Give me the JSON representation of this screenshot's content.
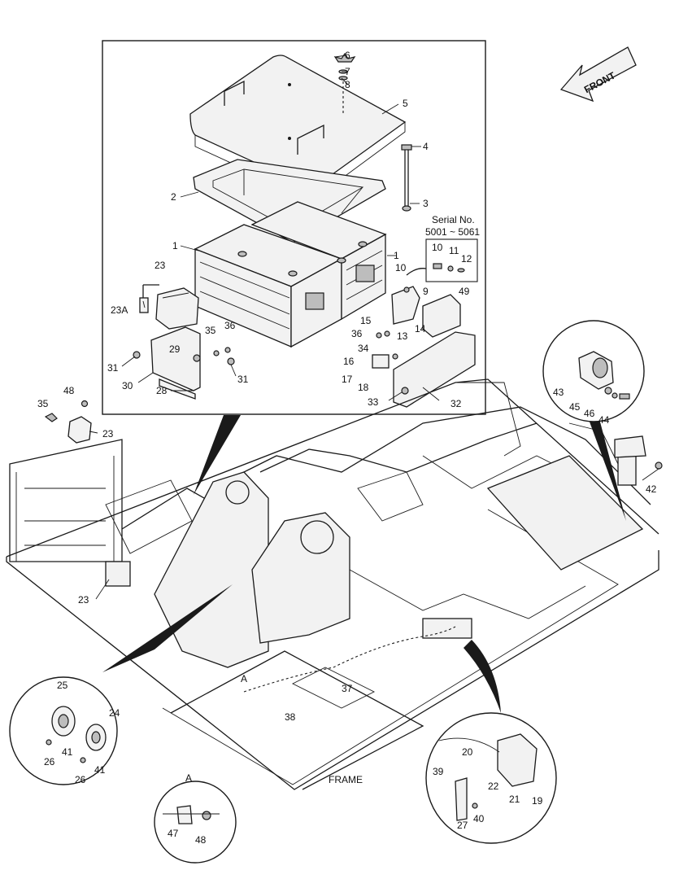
{
  "direction_label": "FRONT",
  "serial": {
    "title": "Serial No.",
    "range": "5001 ~ 5061"
  },
  "frame_label": "FRAME",
  "detail_tag": "A",
  "callouts": [
    {
      "id": "c6",
      "text": "6"
    },
    {
      "id": "c7",
      "text": "7"
    },
    {
      "id": "c8",
      "text": "8"
    },
    {
      "id": "c5",
      "text": "5"
    },
    {
      "id": "c4",
      "text": "4"
    },
    {
      "id": "c3",
      "text": "3"
    },
    {
      "id": "c2",
      "text": "2"
    },
    {
      "id": "c1a",
      "text": "1"
    },
    {
      "id": "c1b",
      "text": "1"
    },
    {
      "id": "c23a",
      "text": "23"
    },
    {
      "id": "c23A",
      "text": "23A"
    },
    {
      "id": "c10a",
      "text": "10"
    },
    {
      "id": "c11",
      "text": "11"
    },
    {
      "id": "c12",
      "text": "12"
    },
    {
      "id": "c10b",
      "text": "10"
    },
    {
      "id": "c9",
      "text": "9"
    },
    {
      "id": "c49",
      "text": "49"
    },
    {
      "id": "c15",
      "text": "15"
    },
    {
      "id": "c36a",
      "text": "36"
    },
    {
      "id": "c35a",
      "text": "35"
    },
    {
      "id": "c36b",
      "text": "36"
    },
    {
      "id": "c14",
      "text": "14"
    },
    {
      "id": "c34",
      "text": "34"
    },
    {
      "id": "c13",
      "text": "13"
    },
    {
      "id": "c29",
      "text": "29"
    },
    {
      "id": "c31a",
      "text": "31"
    },
    {
      "id": "c31b",
      "text": "31"
    },
    {
      "id": "c16",
      "text": "16"
    },
    {
      "id": "c30",
      "text": "30"
    },
    {
      "id": "c17",
      "text": "17"
    },
    {
      "id": "c18",
      "text": "18"
    },
    {
      "id": "c28",
      "text": "28"
    },
    {
      "id": "c33",
      "text": "33"
    },
    {
      "id": "c32",
      "text": "32"
    },
    {
      "id": "c48a",
      "text": "48"
    },
    {
      "id": "c35b",
      "text": "35"
    },
    {
      "id": "c23b",
      "text": "23"
    },
    {
      "id": "c43",
      "text": "43"
    },
    {
      "id": "c45",
      "text": "45"
    },
    {
      "id": "c46",
      "text": "46"
    },
    {
      "id": "c44",
      "text": "44"
    },
    {
      "id": "c42",
      "text": "42"
    },
    {
      "id": "c23c",
      "text": "23"
    },
    {
      "id": "c25",
      "text": "25"
    },
    {
      "id": "c24",
      "text": "24"
    },
    {
      "id": "c41a",
      "text": "41"
    },
    {
      "id": "c26a",
      "text": "26"
    },
    {
      "id": "c41b",
      "text": "41"
    },
    {
      "id": "c26b",
      "text": "26"
    },
    {
      "id": "c37",
      "text": "37"
    },
    {
      "id": "c38",
      "text": "38"
    },
    {
      "id": "c20",
      "text": "20"
    },
    {
      "id": "c39",
      "text": "39"
    },
    {
      "id": "c22",
      "text": "22"
    },
    {
      "id": "c21",
      "text": "21"
    },
    {
      "id": "c19",
      "text": "19"
    },
    {
      "id": "c27",
      "text": "27"
    },
    {
      "id": "c40",
      "text": "40"
    },
    {
      "id": "c47",
      "text": "47"
    },
    {
      "id": "c48b",
      "text": "48"
    }
  ]
}
